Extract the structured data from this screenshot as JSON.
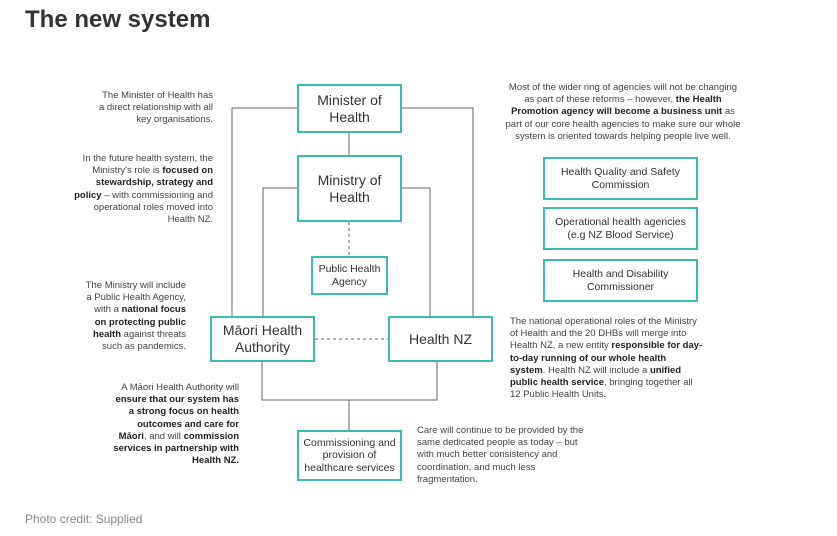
{
  "page": {
    "title": "The new system",
    "credit": "Photo credit: Supplied"
  },
  "boxes": {
    "minister": "Minister of Health",
    "ministry": "Ministry of Health",
    "pha": "Public Health Agency",
    "maori": "Māori Health Authority",
    "hnz": "Health NZ",
    "commissioning": "Commissioning and provision of healthcare services",
    "hqsc": "Health Quality and Safety Commission",
    "agencies": "Operational health agencies (e.g NZ Blood Service)",
    "hdc": "Health and Disability Commissioner"
  },
  "notes": {
    "minister": {
      "lines": [
        "The Minister of Health has",
        "a direct relationship with all",
        "key organisations."
      ]
    },
    "ministry": {
      "l1": "In the future health system, the",
      "l2a": "Ministry's role is ",
      "l2b": "focused on",
      "l3": "stewardship, strategy and",
      "l4a": "policy",
      "l4b": " – with commissioning and",
      "l5": "operational roles moved into",
      "l6": "Health NZ."
    },
    "pha": {
      "l1": "The Ministry will include",
      "l2": "a Public Health Agency,",
      "l3a": "with a ",
      "l3b": "national focus",
      "l4": "on protecting public",
      "l5a": "health",
      "l5b": " against threats",
      "l6": "such as pandemics."
    },
    "maori": {
      "l1": "A Māori Health Authority will",
      "l2": "ensure that our system has",
      "l3": "a strong focus on health",
      "l4": "outcomes and care for",
      "l5a": "Māori",
      "l5b": ", and will ",
      "l5c": "commission",
      "l6": "services in partnership with",
      "l7": "Health NZ."
    },
    "agencies": {
      "l1": "Most of the wider ring of agencies will not be changing",
      "l2a": "as part of these reforms – however, ",
      "l2b": "the Health",
      "l3a": "Promotion agency will become a business unit",
      "l3b": " as",
      "l4": "part of our core health agencies to make sure our whole",
      "l5": "system is oriented towards helping people live well."
    },
    "hnz": {
      "l1": "The national operational roles of the Ministry",
      "l2": "of Health and the 20 DHBs will merge into",
      "l3a": "Health NZ, a new entity ",
      "l3b": "responsible for day-",
      "l4": "to-day running of our whole health",
      "l5a": "system",
      "l5b": ". Health NZ will include a ",
      "l5c": "unified",
      "l6a": "public health service",
      "l6b": ", bringing together all",
      "l7": "12 Public Health Units."
    },
    "care": {
      "lines": [
        "Care will continue to be provided by the",
        "same dedicated people as today – but",
        "with much better consistency and",
        "coordination, and much less",
        "fragmentation."
      ]
    }
  }
}
